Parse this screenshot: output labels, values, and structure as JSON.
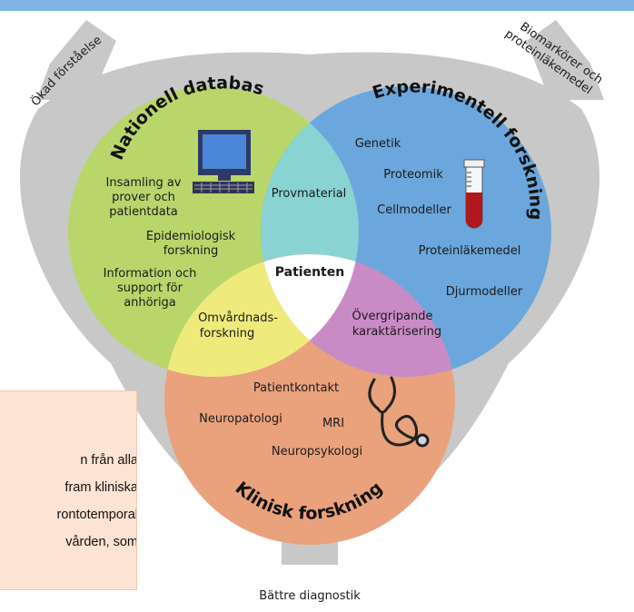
{
  "corners": {
    "top_left": "Ökad förståelse",
    "top_right_line1": "Biomarkörer och",
    "top_right_line2": "proteinläkemedel",
    "bottom": "Bättre diagnostik"
  },
  "circles": {
    "left": {
      "title": "Nationell databas",
      "items": [
        "Insamling av",
        "prover och",
        "patientdata",
        "Epidemiologisk",
        "forskning",
        "Information och",
        "support för",
        "anhöriga"
      ]
    },
    "right": {
      "title": "Experimentell forskning",
      "items": [
        "Genetik",
        "Proteomik",
        "Cellmodeller",
        "Proteinläkemedel",
        "Djurmodeller"
      ]
    },
    "bottom": {
      "title": "Klinisk forskning",
      "items": [
        "Patientkontakt",
        "Neuropatologi",
        "MRI",
        "Neuropsykologi"
      ]
    }
  },
  "overlaps": {
    "left_right": "Provmaterial",
    "left_bottom_line1": "Omvårdnads-",
    "left_bottom_line2": "forskning",
    "right_bottom_line1": "Övergripande",
    "right_bottom_line2": "karaktärisering",
    "center": "Patienten"
  },
  "info_box": {
    "lines": [
      "n från alla",
      "fram kliniska",
      "rontotemporal",
      "vården, som"
    ]
  },
  "colors": {
    "green": "#b9d66b",
    "blue": "#6ba7dc",
    "orange": "#e9a27c",
    "teal": "#89d3d3",
    "yellow": "#eeeb7c",
    "purple": "#c98bc6",
    "frame": "#c8c8c8",
    "top_bar": "#7fb6e6",
    "info_box": "#fde3d3"
  },
  "icons": [
    "computer-icon",
    "test-tube-icon",
    "stethoscope-icon"
  ]
}
